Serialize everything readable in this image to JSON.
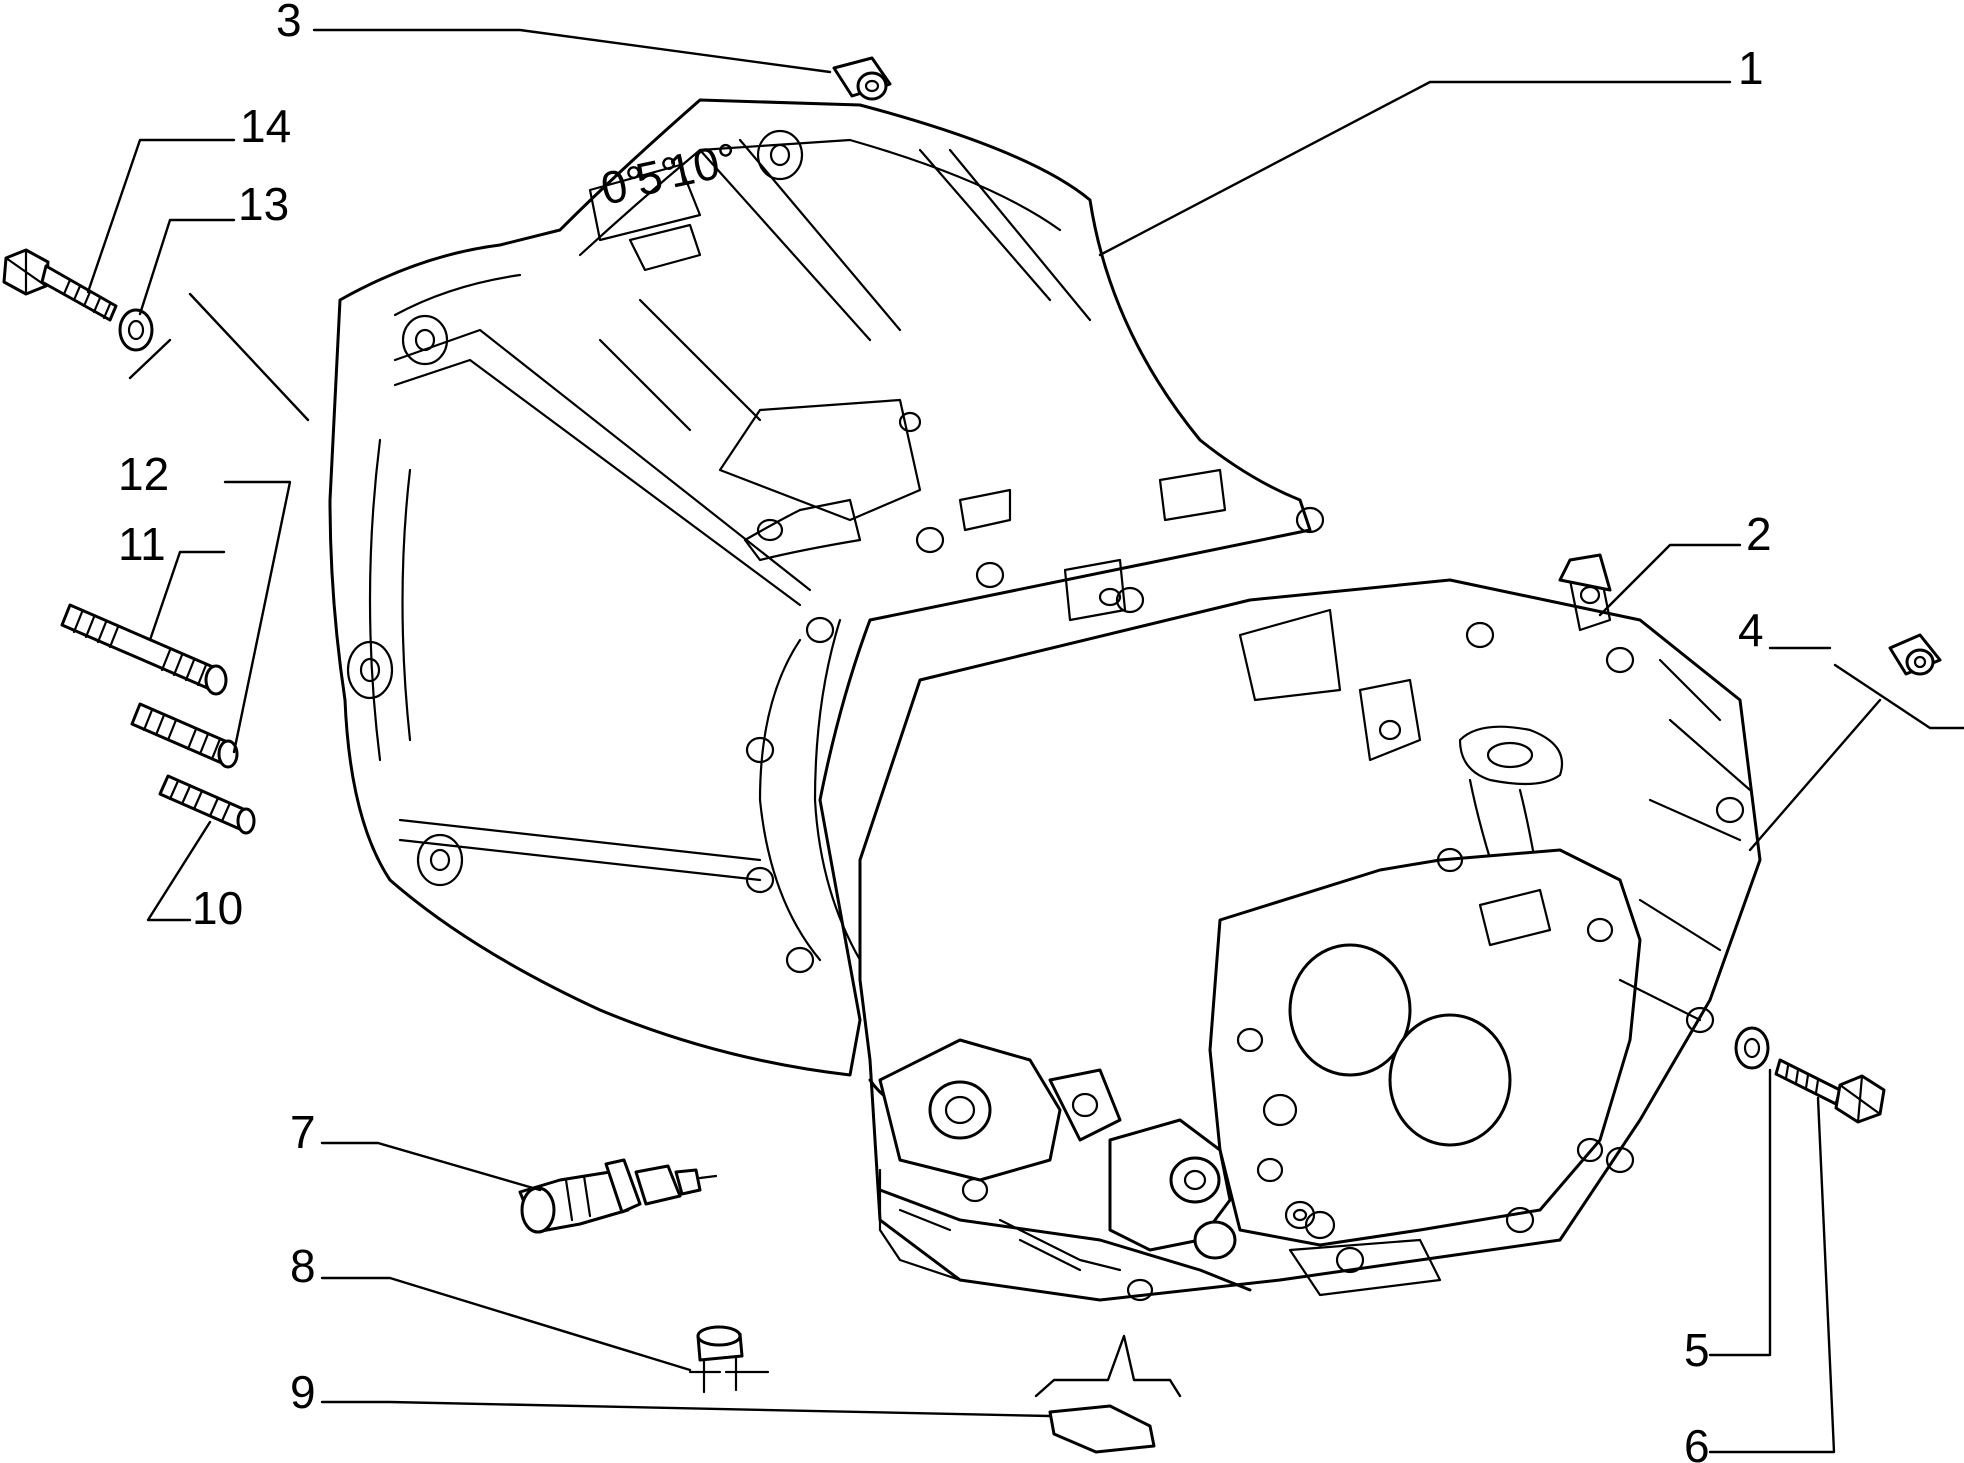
{
  "callouts": [
    {
      "id": "1",
      "label": "1"
    },
    {
      "id": "2",
      "label": "2"
    },
    {
      "id": "3",
      "label": "3"
    },
    {
      "id": "4",
      "label": "4"
    },
    {
      "id": "5",
      "label": "5"
    },
    {
      "id": "6",
      "label": "6"
    },
    {
      "id": "7",
      "label": "7"
    },
    {
      "id": "8",
      "label": "8"
    },
    {
      "id": "9",
      "label": "9"
    },
    {
      "id": "10",
      "label": "10"
    },
    {
      "id": "11",
      "label": "11"
    },
    {
      "id": "12",
      "label": "12"
    },
    {
      "id": "13",
      "label": "13"
    },
    {
      "id": "14",
      "label": "14"
    }
  ],
  "scale_marks": [
    "0°",
    "5°",
    "10°"
  ]
}
